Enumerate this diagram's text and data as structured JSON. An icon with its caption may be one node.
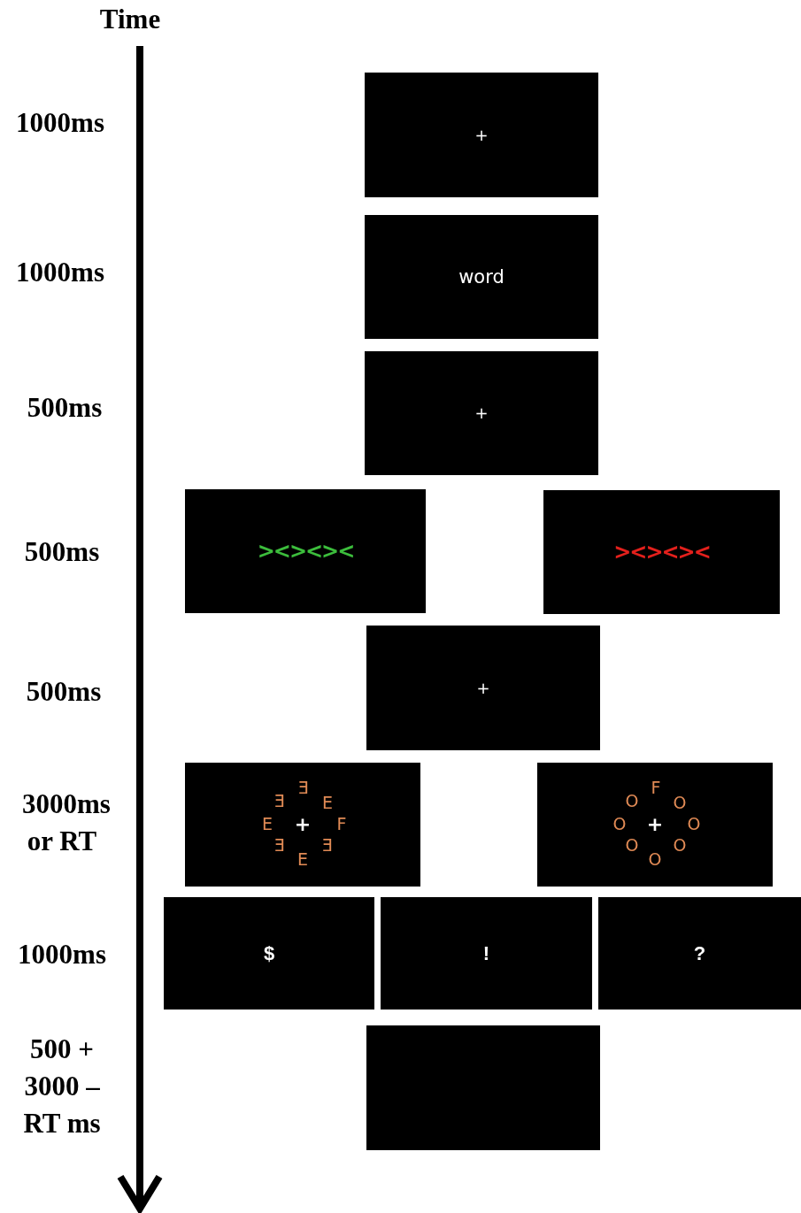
{
  "diagram": {
    "nodes": [
      {
        "text": [
          "+"
        ]
      },
      {
        "text": [
          "word"
        ]
      },
      {
        "text": [
          "+"
        ]
      },
      {
        "text": [
          "><><><"
        ]
      },
      {
        "text": [
          "><><><"
        ]
      },
      {
        "text": [
          "+"
        ]
      },
      {
        "text": [
          "Ǝ",
          "Ǝ",
          "E",
          "E",
          "+",
          "F",
          "Ǝ",
          "Ǝ",
          "E"
        ]
      },
      {
        "text": [
          "F",
          "O",
          "O",
          "O",
          "+",
          "O",
          "O",
          "O",
          "O"
        ]
      },
      {
        "text": [
          "$"
        ]
      },
      {
        "text": [
          "!"
        ]
      },
      {
        "text": [
          "?"
        ]
      },
      {
        "text": [],
        "shape": "box"
      }
    ],
    "edges": [],
    "labels": [
      "Time",
      "1000ms",
      "1000ms",
      "500ms",
      "500ms",
      "500ms",
      "3000ms or RT",
      "1000ms",
      "500 + 3000 – RT ms"
    ]
  }
}
